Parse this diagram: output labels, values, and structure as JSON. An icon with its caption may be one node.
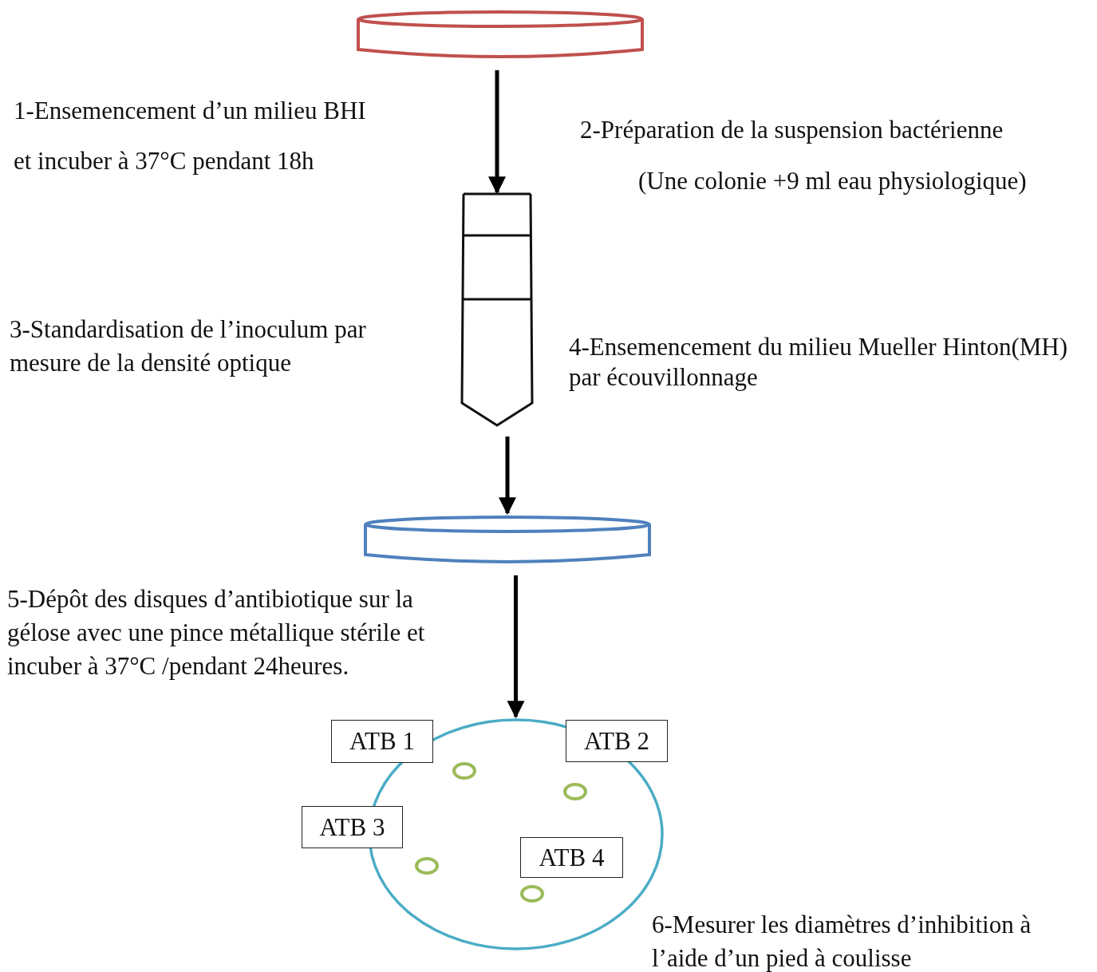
{
  "diagram": {
    "nodes": [
      {
        "text": [],
        "shape": "cylinder"
      },
      {
        "text": [],
        "shape": "tube"
      },
      {
        "text": [],
        "shape": "cylinder"
      },
      {
        "text": [],
        "shape": "circle"
      },
      {
        "text": [
          "ATB 1"
        ]
      },
      {
        "text": [
          "ATB 2"
        ]
      },
      {
        "text": [
          "ATB 3"
        ]
      },
      {
        "text": [
          "ATB 4"
        ],
        "in": 3
      }
    ],
    "edges": [
      {
        "from": 0,
        "to": 1,
        "arrow": "to"
      },
      {
        "from": 1,
        "to": 2,
        "arrow": "to"
      },
      {
        "from": 2,
        "to": 3,
        "arrow": "to"
      }
    ],
    "labels": [
      "1-Ensemencement d’un milieu BHI et incuber à 37°C pendant 18h",
      "2-Préparation de la suspension bactérienne",
      "(Une colonie +9 ml eau physiologique)",
      "3-Standardisation de l’inoculum  par mesure de la densité optique",
      "4-Ensemencement du milieu Mueller Hinton(MH) par écouvillonnage",
      "5-Dépôt des disques d’antibiotique sur la gélose avec  une pince métallique stérile  et incuber à 37°C /pendant 24heures.",
      "6-Mesurer les diamètres d’inhibition à l’aide d’un pied à coulisse"
    ]
  }
}
